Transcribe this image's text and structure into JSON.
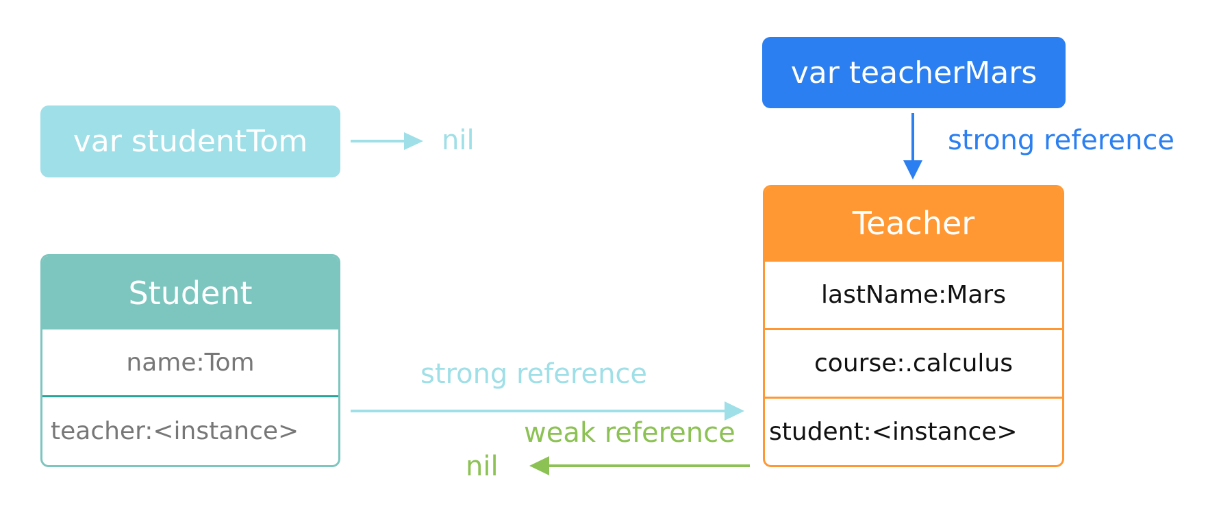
{
  "variables": {
    "student_var": "var studentTom",
    "teacher_var": "var teacherMars"
  },
  "student_class": {
    "title": "Student",
    "fields": [
      "name:Tom",
      "teacher:<instance>"
    ]
  },
  "teacher_class": {
    "title": "Teacher",
    "fields": [
      "lastName:Mars",
      "course:.calculus",
      "student:<instance>"
    ]
  },
  "labels": {
    "nil_top": "nil",
    "strong_reference_teacher": "strong reference",
    "strong_reference_student": "strong reference",
    "weak_reference": "weak reference",
    "nil_bottom": "nil"
  },
  "colors": {
    "student_var": "#9fdfe7",
    "teacher_var": "#2b7ff0",
    "student_class": "#7cc6bf",
    "teacher_class": "#ff9833",
    "weak_reference": "#8cc153"
  }
}
